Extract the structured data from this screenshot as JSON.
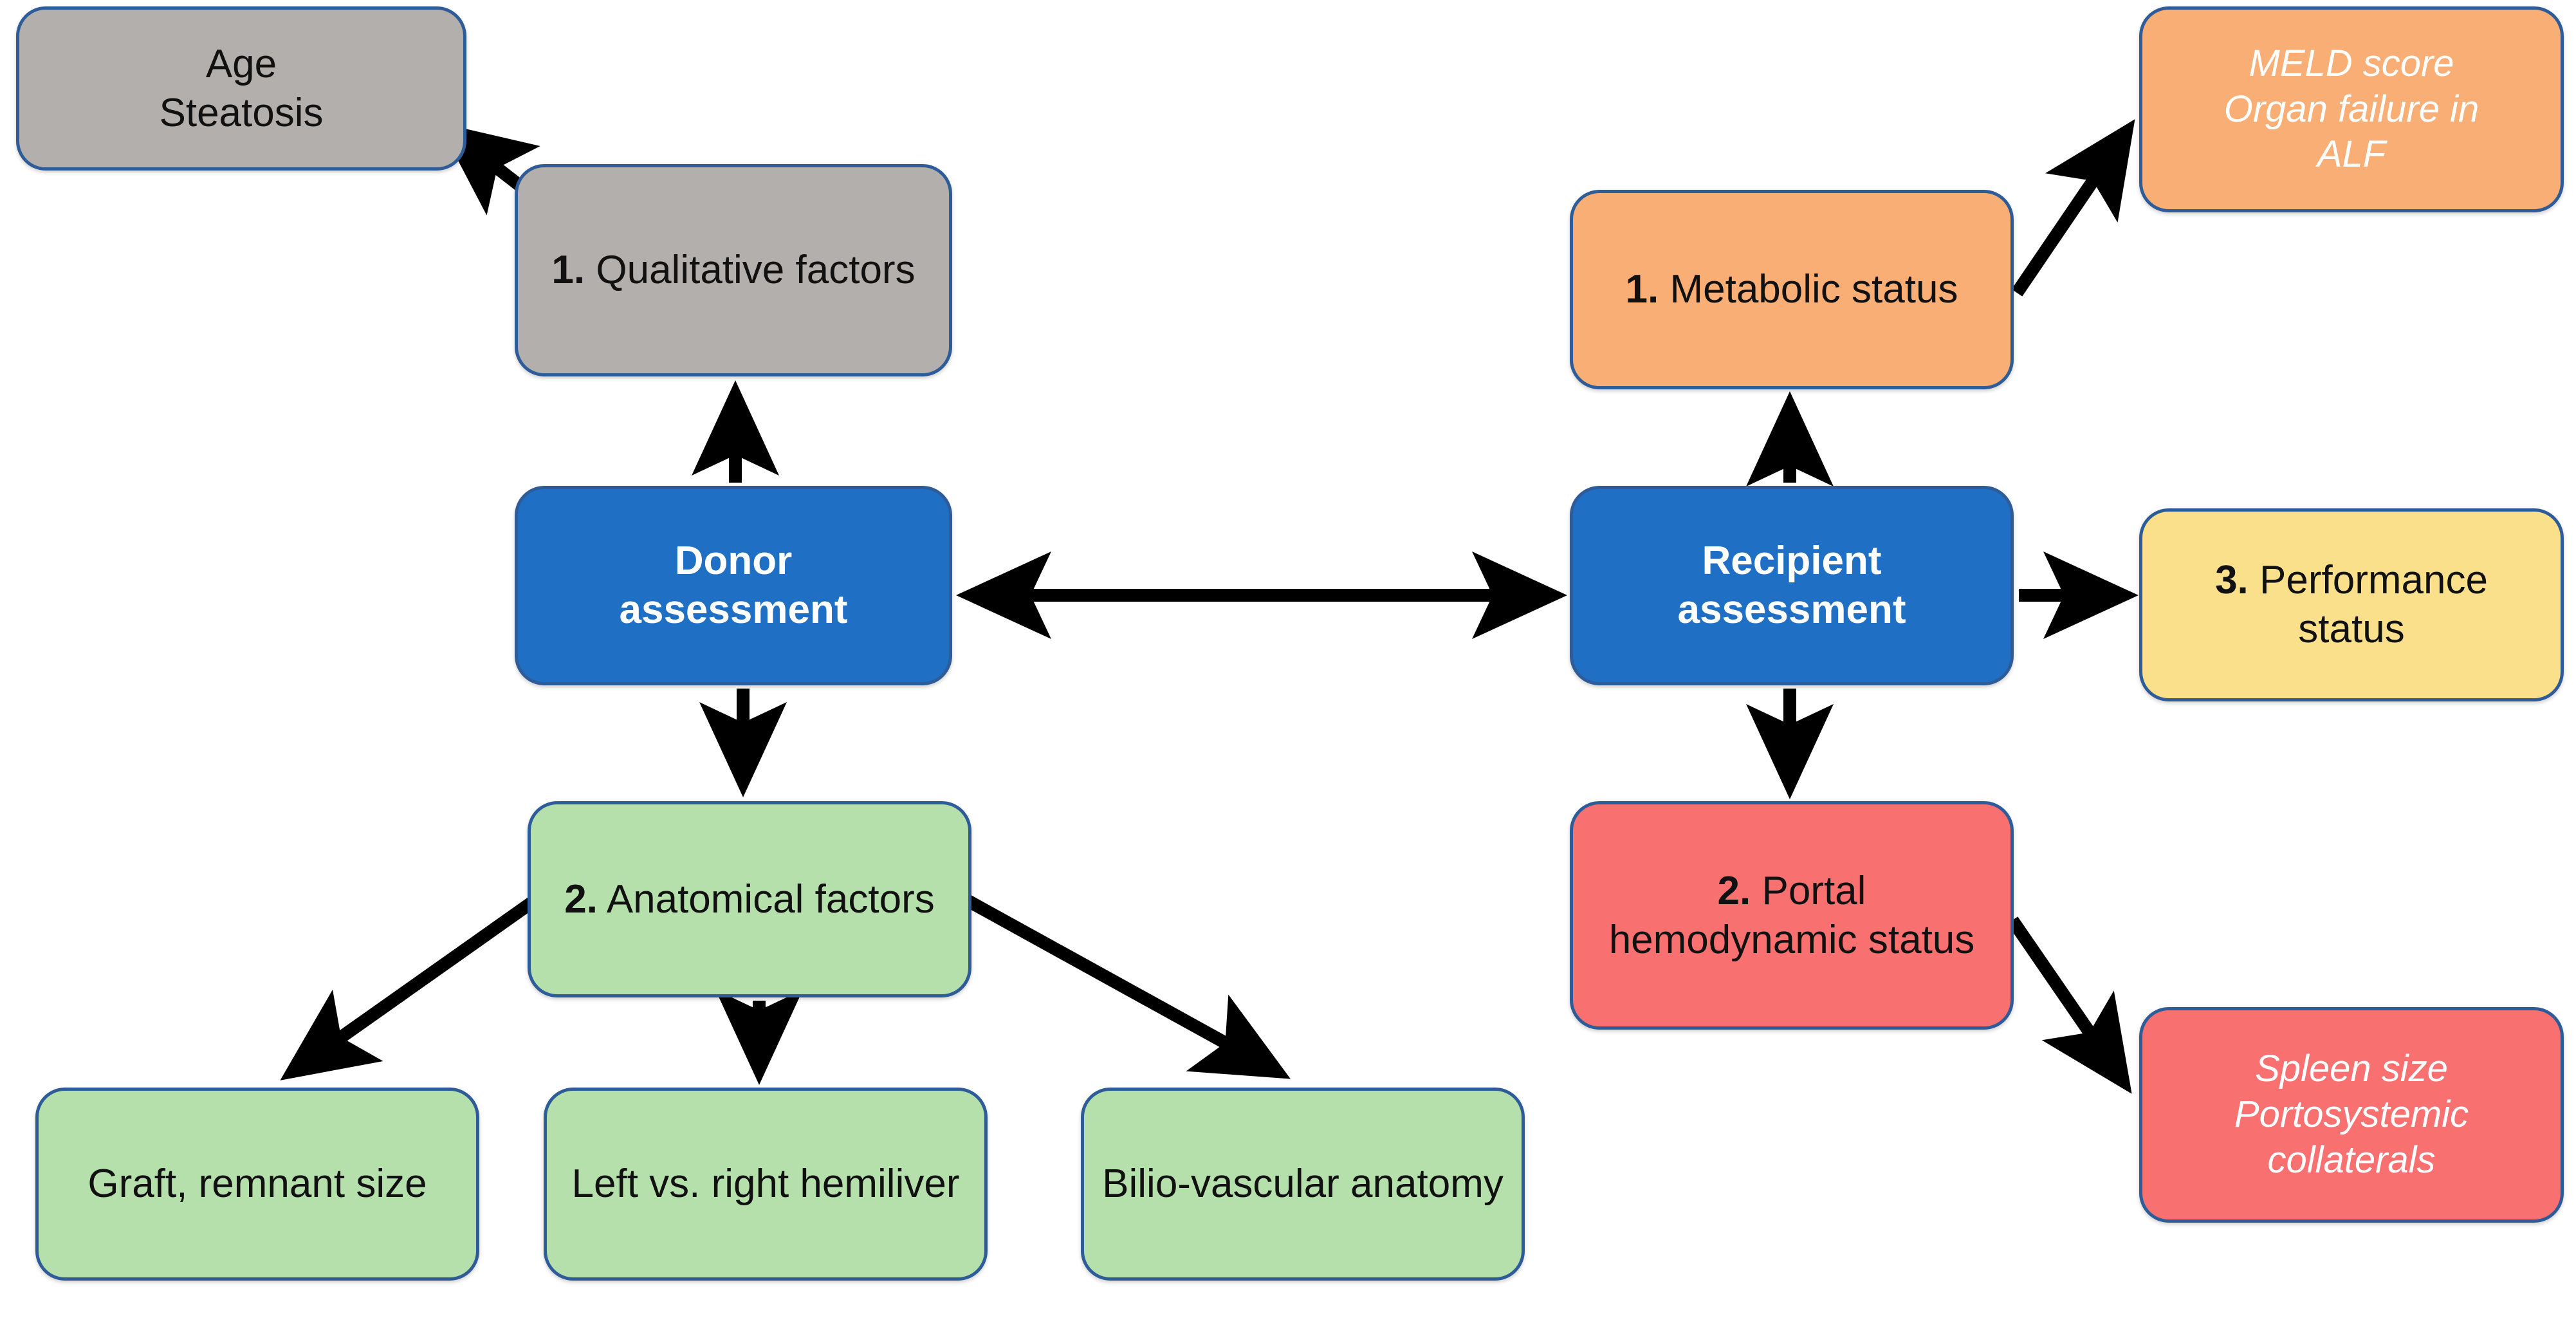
{
  "diagram": {
    "title": "Donor and recipient assessment flow diagram",
    "colors": {
      "border": "#2E5C99",
      "gray": "#B3AFAC",
      "blue": "#1F6FC4",
      "green": "#B5DFAB",
      "orange": "#F8AE74",
      "yellow": "#FBE08B",
      "red": "#F97071",
      "arrow": "#000000",
      "background": "#FFFFFF"
    }
  },
  "nodes": {
    "age_steatosis": {
      "line1": "Age",
      "line2": "Steatosis"
    },
    "qualitative_factors": {
      "number": "1.",
      "label": " Qualitative factors"
    },
    "donor_assessment": {
      "line1": "Donor",
      "line2": "assessment"
    },
    "anatomical_factors": {
      "number": "2.",
      "label": " Anatomical factors"
    },
    "graft_remnant_size": {
      "text": "Graft, remnant size"
    },
    "left_vs_right_hemiliver": {
      "text": "Left vs. right hemiliver"
    },
    "bilio_vascular_anatomy": {
      "text": "Bilio-vascular anatomy"
    },
    "metabolic_status": {
      "number": "1.",
      "label": " Metabolic status"
    },
    "meld_note": {
      "line1": "MELD score",
      "line2": "Organ failure in",
      "line3": "ALF"
    },
    "recipient_assessment": {
      "line1": "Recipient",
      "line2": "assessment"
    },
    "performance_status": {
      "number": "3.",
      "label": " Performance status"
    },
    "portal_hemodynamic_status": {
      "number": "2.",
      "label": " Portal hemodynamic status"
    },
    "spleen_note": {
      "line1": "Spleen size",
      "line2": "Portosystemic",
      "line3": "collaterals"
    }
  },
  "edges": [
    {
      "from": "qualitative_factors",
      "to": "age_steatosis",
      "style": "single-arrow"
    },
    {
      "from": "donor_assessment",
      "to": "qualitative_factors",
      "style": "single-arrow"
    },
    {
      "from": "donor_assessment",
      "to": "recipient_assessment",
      "style": "double-arrow"
    },
    {
      "from": "donor_assessment",
      "to": "anatomical_factors",
      "style": "single-arrow"
    },
    {
      "from": "anatomical_factors",
      "to": "graft_remnant_size",
      "style": "single-arrow"
    },
    {
      "from": "anatomical_factors",
      "to": "left_vs_right_hemiliver",
      "style": "single-arrow"
    },
    {
      "from": "anatomical_factors",
      "to": "bilio_vascular_anatomy",
      "style": "single-arrow"
    },
    {
      "from": "recipient_assessment",
      "to": "metabolic_status",
      "style": "single-arrow"
    },
    {
      "from": "metabolic_status",
      "to": "meld_note",
      "style": "single-arrow"
    },
    {
      "from": "recipient_assessment",
      "to": "performance_status",
      "style": "single-arrow"
    },
    {
      "from": "recipient_assessment",
      "to": "portal_hemodynamic_status",
      "style": "single-arrow"
    },
    {
      "from": "portal_hemodynamic_status",
      "to": "spleen_note",
      "style": "single-arrow"
    }
  ]
}
